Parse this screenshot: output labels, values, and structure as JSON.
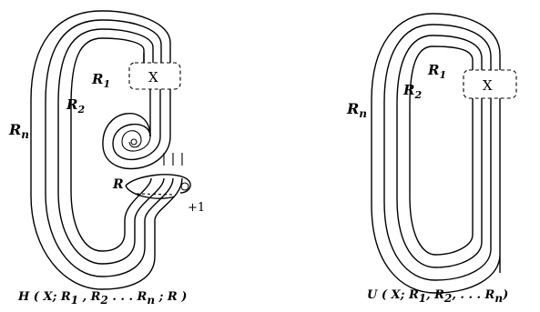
{
  "left_diagram": {
    "labels": {
      "r1": "R",
      "r1_sub": "1",
      "r2": "R",
      "r2_sub": "2",
      "rn": "R",
      "rn_sub": "n",
      "r": "R"
    },
    "box": "X",
    "framing": "+1",
    "caption": {
      "head": "H ( X;  R",
      "s1": "1",
      "mid1": " , R",
      "s2": "2",
      "mid2": " . . . R",
      "s3": "n",
      "tail": "  ; R )"
    }
  },
  "right_diagram": {
    "labels": {
      "r1": "R",
      "r1_sub": "1",
      "r2": "R",
      "r2_sub": "2",
      "rn": "R",
      "rn_sub": "n"
    },
    "box": "X",
    "caption": {
      "head": "U ( X;  R",
      "s1": "1",
      "mid1": ", R",
      "s2": "2",
      "mid2": ", . . . R",
      "s3": "n",
      "tail": ")"
    }
  }
}
